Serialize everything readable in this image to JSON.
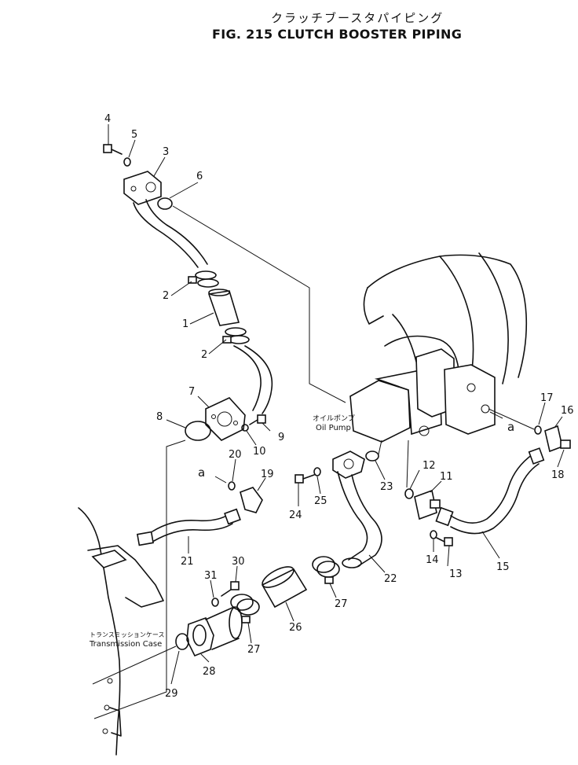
{
  "title": {
    "japanese": "クラッチブースタパイピング",
    "english": "FIG. 215  CLUTCH BOOSTER PIPING"
  },
  "labels": {
    "oil_pump_jp": "オイルポンプ",
    "oil_pump_en": "Oil Pump",
    "transmission_case_jp": "トランスミッションケース",
    "transmission_case_en": "Transmission Case",
    "ref_a_1": "a",
    "ref_a_2": "a"
  },
  "callouts": {
    "c1": "1",
    "c2a": "2",
    "c2b": "2",
    "c3": "3",
    "c4": "4",
    "c5": "5",
    "c6": "6",
    "c7": "7",
    "c8": "8",
    "c9": "9",
    "c10": "10",
    "c11": "11",
    "c12": "12",
    "c13": "13",
    "c14": "14",
    "c15": "15",
    "c16": "16",
    "c17": "17",
    "c18": "18",
    "c19": "19",
    "c20": "20",
    "c21": "21",
    "c22": "22",
    "c23": "23",
    "c24": "24",
    "c25": "25",
    "c26": "26",
    "c27a": "27",
    "c27b": "27",
    "c28": "28",
    "c29": "29",
    "c30": "30",
    "c31": "31"
  }
}
